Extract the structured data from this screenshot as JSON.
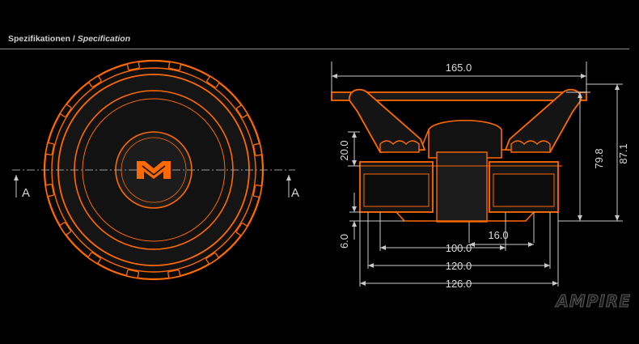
{
  "header": {
    "title_de": "Spezifikationen",
    "separator": " / ",
    "title_en": "Specification"
  },
  "dimensions": {
    "width_top": "165.0",
    "mount_height": "20.0",
    "total_depth_inner": "79.8",
    "total_depth": "87.1",
    "plate_height": "6.0",
    "coil": "16.0",
    "magnet_100": "100.0",
    "magnet_120": "120.0",
    "magnet_126": "126.0"
  },
  "section_markers": {
    "left": "A",
    "right": "A"
  },
  "brand": {
    "name": "AMPIRE"
  },
  "colors": {
    "accent": "#ff6a00",
    "background": "#000000",
    "lines": "#8a8a8a",
    "text": "#d8d8d8"
  }
}
